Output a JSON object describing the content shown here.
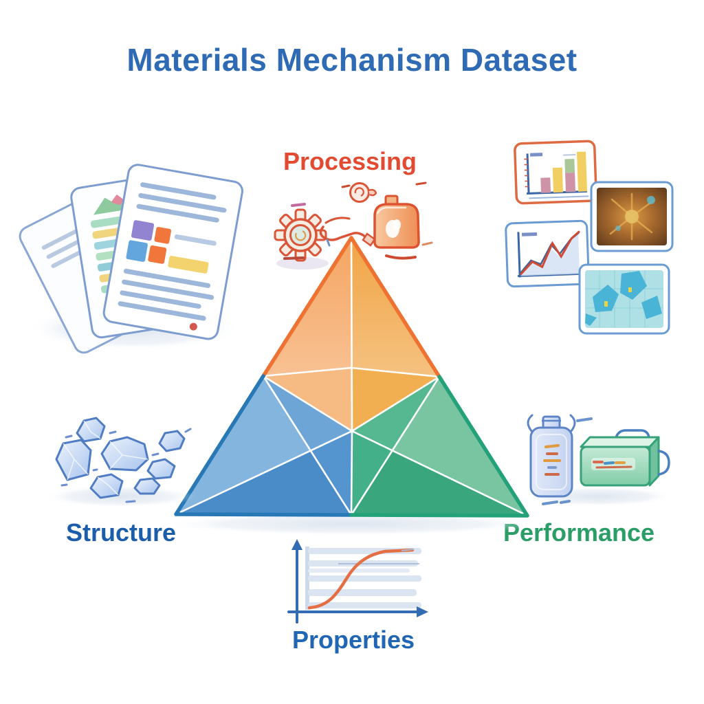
{
  "title": {
    "text": "Materials Mechanism Dataset",
    "color": "#2e6bb4"
  },
  "vertices": {
    "processing": {
      "label": "Processing",
      "color": "#e24b31"
    },
    "structure": {
      "label": "Structure",
      "color": "#1b5cab"
    },
    "performance": {
      "label": "Performance",
      "color": "#2a9e66"
    },
    "properties": {
      "label": "Properties",
      "color": "#2166b3"
    }
  },
  "triangle": {
    "edge_colors": {
      "top_left": "#ee7231",
      "top_right": "#ee7231",
      "bottom_left": "#2878b6",
      "bottom_right": "#23a179"
    },
    "inner_line_color": "#ffffff",
    "facets": {
      "orange_top_left": "#f5a765",
      "orange_top_right": "#f1a74a",
      "orange_lower_left": "#f5bb83",
      "orange_lower_right": "#f1af52",
      "blue_west": "#83b5de",
      "blue_north": "#6da5d7",
      "blue_east": "#5595cf",
      "blue_south": "#4a8cc8",
      "green_north": "#55b890",
      "green_east": "#79c4a1",
      "green_west": "#43b08a",
      "green_south": "#39a67e"
    }
  },
  "icons": {
    "papers_stack": "research-documents-stack",
    "processing_tools": "gear-pipe-crucible",
    "results_gallery": [
      "bar-chart-card",
      "amber-micrograph-card",
      "line-chart-card",
      "teal-micrograph-card"
    ],
    "structure_grains": "crystal-rocks-cluster",
    "performance_products": "bottle-and-case",
    "properties_curve": "sigmoid-growth-chart"
  }
}
